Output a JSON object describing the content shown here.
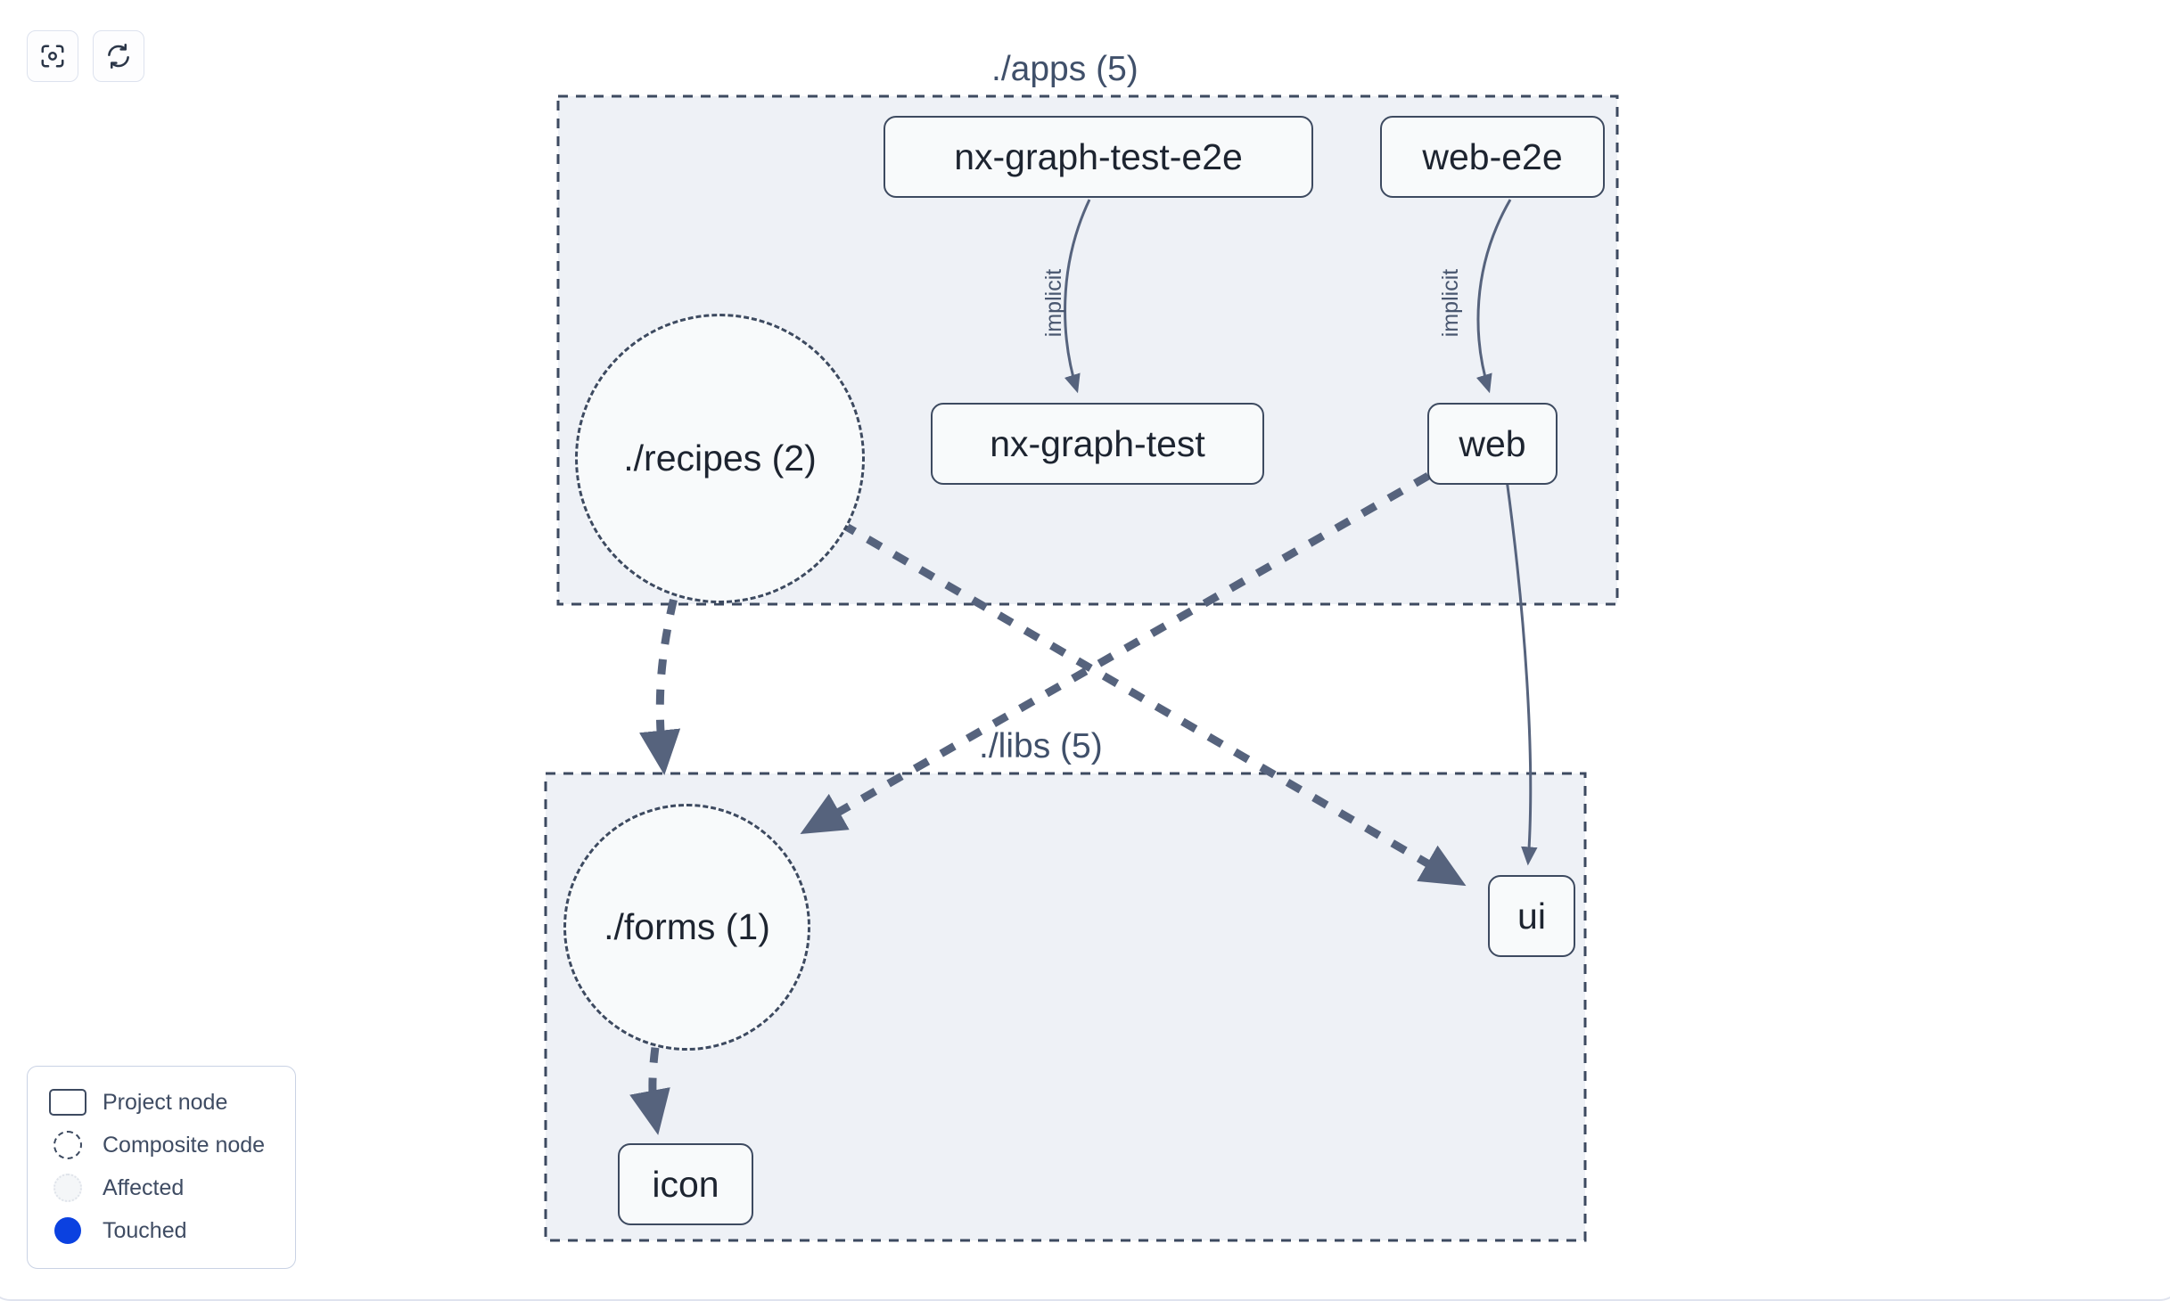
{
  "toolbar": {
    "buttons": [
      {
        "name": "focus-graph-button",
        "icon": "focus-target-icon",
        "label": ""
      },
      {
        "name": "refresh-graph-button",
        "icon": "refresh-icon",
        "label": ""
      }
    ]
  },
  "graph": {
    "groups": [
      {
        "id": "apps",
        "label": "./apps (5)"
      },
      {
        "id": "libs",
        "label": "./libs (5)"
      }
    ],
    "nodes": [
      {
        "id": "nx-graph-test-e2e",
        "label": "nx-graph-test-e2e",
        "type": "project",
        "group": "apps"
      },
      {
        "id": "web-e2e",
        "label": "web-e2e",
        "type": "project",
        "group": "apps"
      },
      {
        "id": "recipes",
        "label": "./recipes (2)",
        "type": "composite",
        "group": "apps"
      },
      {
        "id": "nx-graph-test",
        "label": "nx-graph-test",
        "type": "project",
        "group": "apps"
      },
      {
        "id": "web",
        "label": "web",
        "type": "project",
        "group": "apps"
      },
      {
        "id": "forms",
        "label": "./forms (1)",
        "type": "composite",
        "group": "libs"
      },
      {
        "id": "ui",
        "label": "ui",
        "type": "project",
        "group": "libs"
      },
      {
        "id": "icon",
        "label": "icon",
        "type": "project",
        "group": "libs"
      }
    ],
    "edges": [
      {
        "source": "nx-graph-test-e2e",
        "target": "nx-graph-test",
        "label": "implicit",
        "style": "solid"
      },
      {
        "source": "web-e2e",
        "target": "web",
        "label": "implicit",
        "style": "solid"
      },
      {
        "source": "web",
        "target": "ui",
        "label": "",
        "style": "solid"
      },
      {
        "source": "recipes",
        "target": "forms",
        "label": "",
        "style": "dashed"
      },
      {
        "source": "recipes",
        "target": "ui",
        "label": "",
        "style": "dashed"
      },
      {
        "source": "web",
        "target": "forms",
        "label": "",
        "style": "dashed"
      },
      {
        "source": "forms",
        "target": "icon",
        "label": "",
        "style": "dashed"
      }
    ]
  },
  "legend": {
    "items": [
      {
        "symbol": "project-node-symbol",
        "label": "Project node"
      },
      {
        "symbol": "composite-node-symbol",
        "label": "Composite node"
      },
      {
        "symbol": "affected-node-symbol",
        "label": "Affected"
      },
      {
        "symbol": "touched-node-symbol",
        "label": "Touched"
      }
    ]
  },
  "colors": {
    "node_stroke": "#3d4a60",
    "node_fill": "#f8fafb",
    "group_fill": "#eef1f6",
    "edge": "#5a6madd",
    "edge_solid": "#56637d",
    "touched": "#0b41e0",
    "text": "#1d2430",
    "panel_border": "#dfe3ee"
  }
}
